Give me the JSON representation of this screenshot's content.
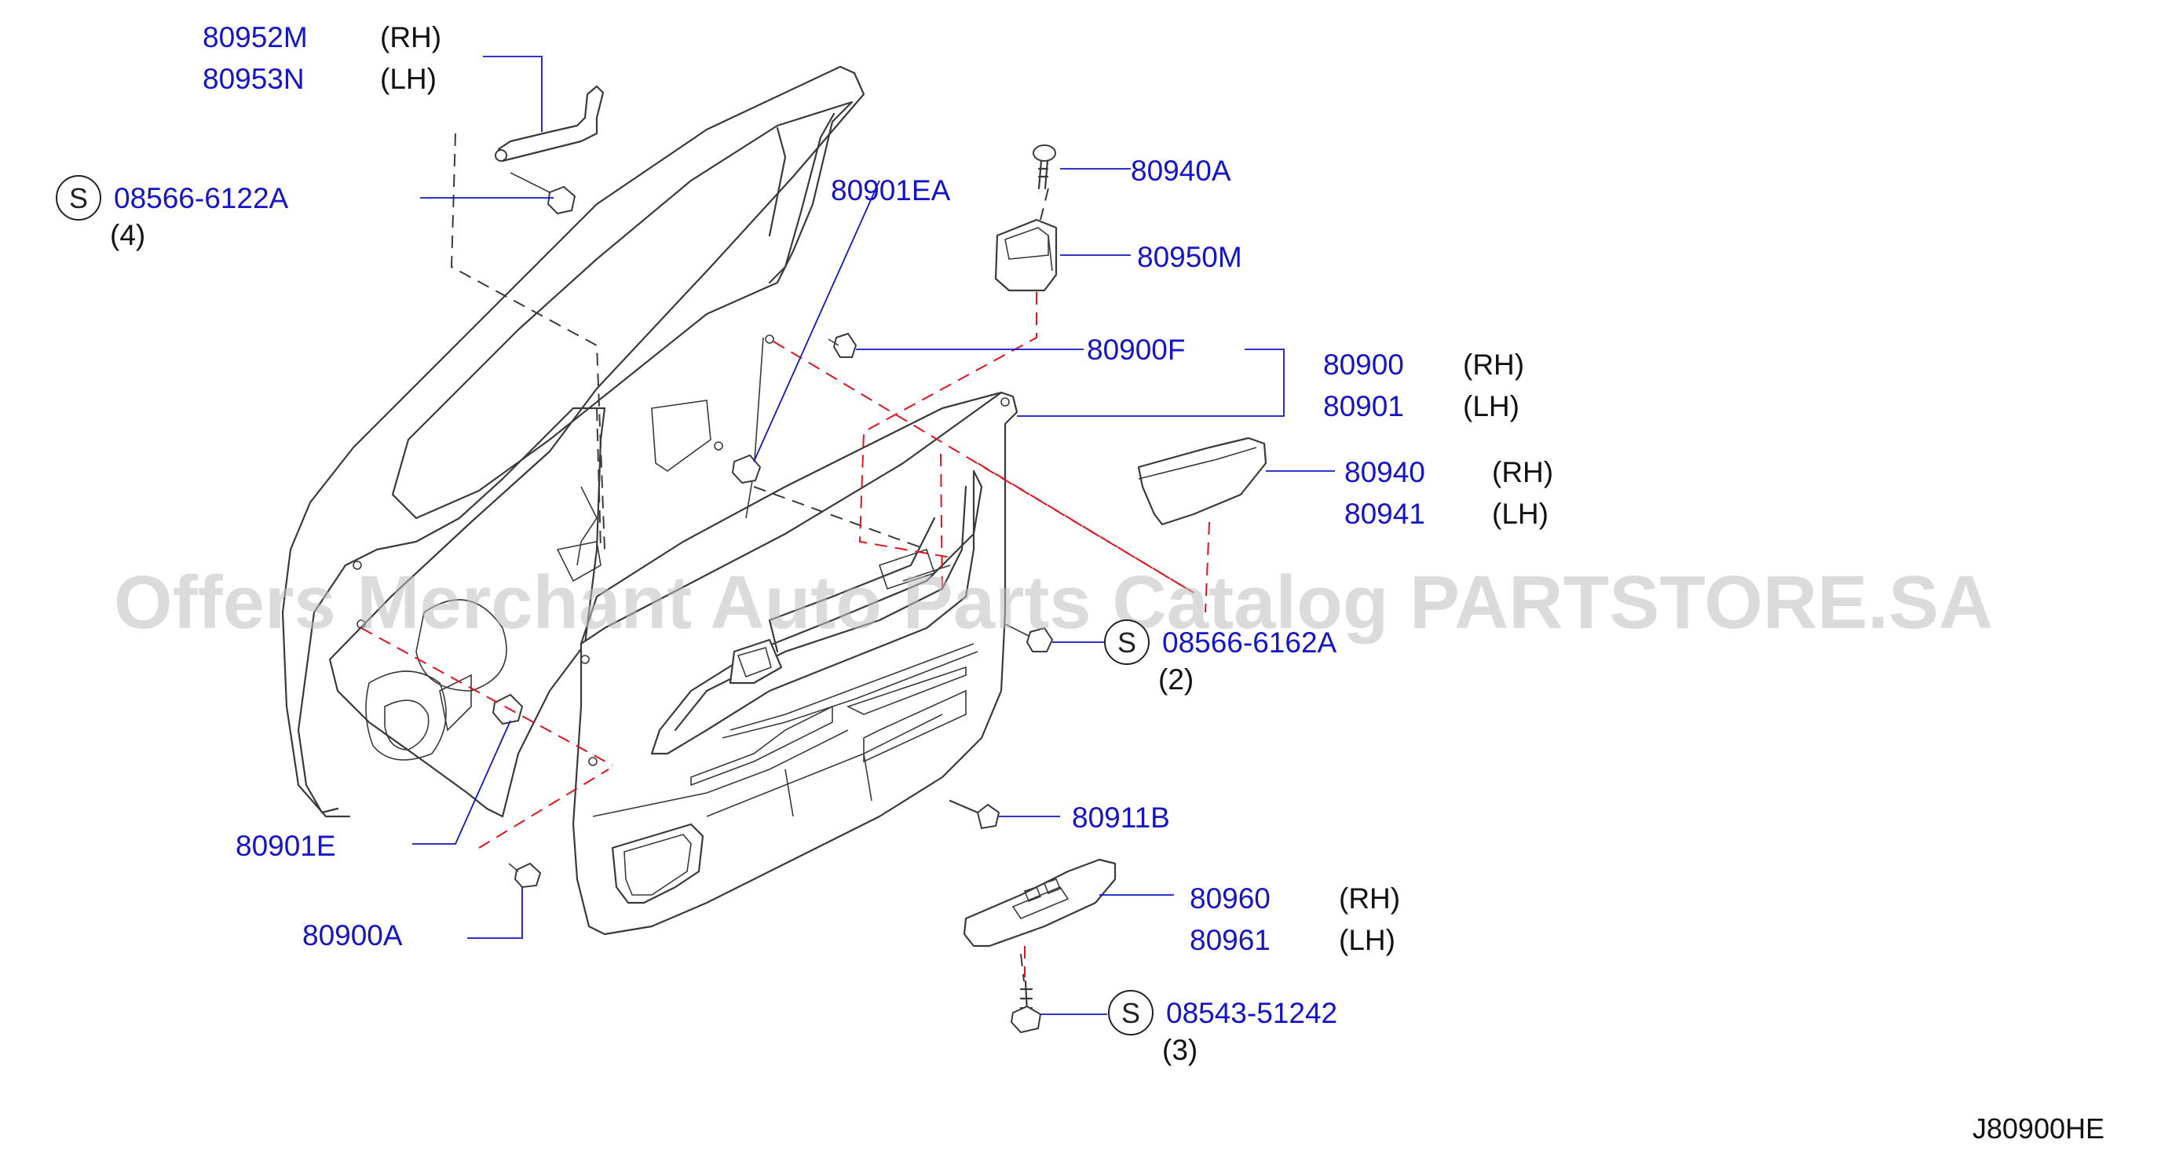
{
  "watermark": "Offers Merchant Auto Parts Catalog PARTSTORE.SA",
  "diagram_code": "J80900HE",
  "callouts": {
    "p80952M": {
      "number": "80952M",
      "side": "(RH)"
    },
    "p80953N": {
      "number": "80953N",
      "side": "(LH)"
    },
    "s08566_6122A": {
      "symbol": "S",
      "number": "08566-6122A",
      "qty": "(4)"
    },
    "p80940A": {
      "number": "80940A"
    },
    "p80901EA": {
      "number": "80901EA"
    },
    "p80950M": {
      "number": "80950M"
    },
    "p80900F": {
      "number": "80900F"
    },
    "p80900": {
      "number": "80900",
      "side": "(RH)"
    },
    "p80901": {
      "number": "80901",
      "side": "(LH)"
    },
    "p80940": {
      "number": "80940",
      "side": "(RH)"
    },
    "p80941": {
      "number": "80941",
      "side": "(LH)"
    },
    "s08566_6162A": {
      "symbol": "S",
      "number": "08566-6162A",
      "qty": "(2)"
    },
    "p80901E": {
      "number": "80901E"
    },
    "p80911B": {
      "number": "80911B"
    },
    "p80960": {
      "number": "80960",
      "side": "(RH)"
    },
    "p80961": {
      "number": "80961",
      "side": "(LH)"
    },
    "p80900A": {
      "number": "80900A"
    },
    "s08543_51242": {
      "symbol": "S",
      "number": "08543-51242",
      "qty": "(3)"
    }
  },
  "colors": {
    "part_number": "#1414c8",
    "leader_line": "#1414c8",
    "red_dashed": "#e0141e",
    "outline": "#3a3a3a",
    "watermark": "#bdbdbd"
  }
}
